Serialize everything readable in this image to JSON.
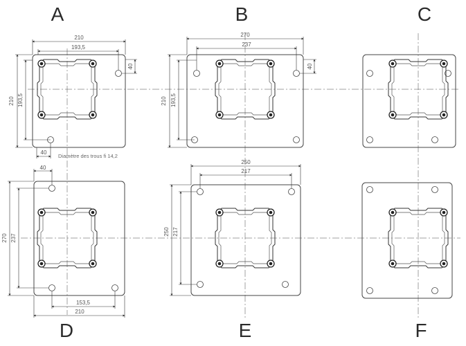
{
  "labels": {
    "A": "A",
    "B": "B",
    "C": "C",
    "D": "D",
    "E": "E",
    "F": "F"
  },
  "dimensions": {
    "a_top": "210",
    "a_inner": "193,5",
    "a_side_outer": "210",
    "a_side_inner": "193,5",
    "a_right_offset": "40",
    "a_bottom_offset": "40",
    "b_top": "270",
    "b_inner": "237",
    "b_side_outer": "210",
    "b_side_inner": "193,5",
    "b_right_offset": "40",
    "d_top_offset": "40",
    "d_side_outer": "270",
    "d_side_inner": "237",
    "d_bottom_inner": "153,5",
    "d_bottom_outer": "210",
    "e_top": "250",
    "e_inner": "217",
    "e_side_outer": "250",
    "e_side_inner": "217"
  },
  "note": "Diamètre des trous fi 14,2"
}
